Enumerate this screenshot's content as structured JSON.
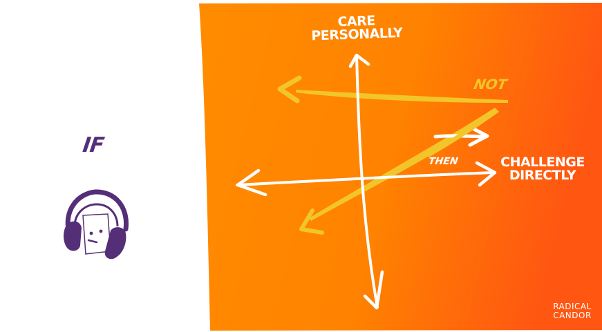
{
  "left": {
    "if_label": "IF",
    "avatar_icon": "headphones-person-icon"
  },
  "diagram": {
    "vertical_axis_label_line1": "CARE",
    "vertical_axis_label_line2": "PERSONALLY",
    "horizontal_axis_label_line1": "CHALLENGE",
    "horizontal_axis_label_line2": "DIRECTLY",
    "not_label": "NOT",
    "then_label": "THEN",
    "logo_line1": "RADICAL",
    "logo_line2": "CANDOR"
  },
  "colors": {
    "purple": "#552E78",
    "orange_left": "#FF8C00",
    "orange_right": "#FF5A12",
    "yellow": "#F2C52A",
    "white": "#FFFFFF"
  }
}
